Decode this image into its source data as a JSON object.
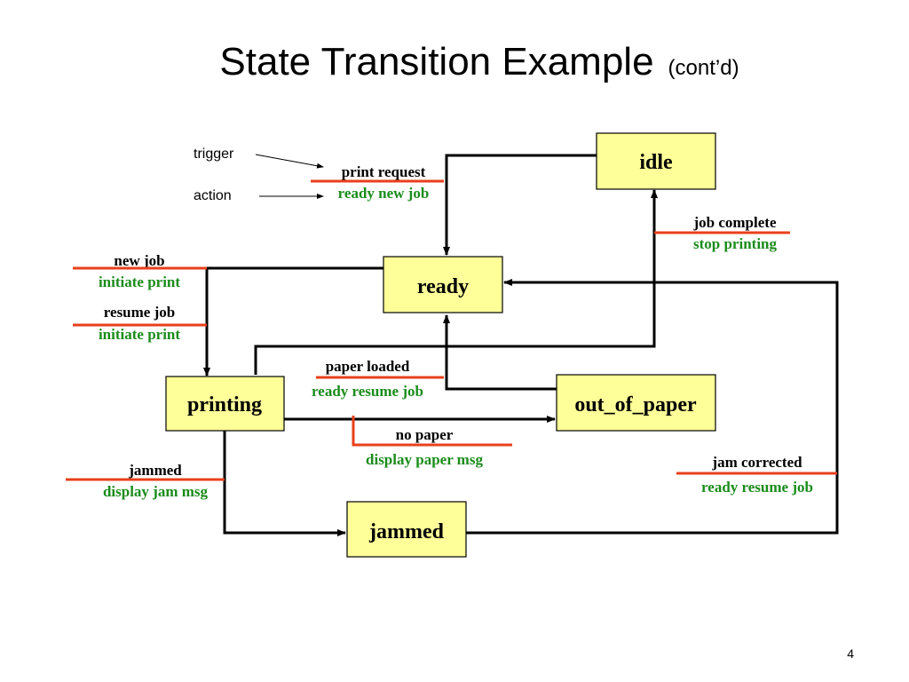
{
  "slide": {
    "title": "State Transition Example",
    "title_suffix": "(cont’d)",
    "page_number": "4"
  },
  "legend": {
    "trigger": "trigger",
    "action": "action"
  },
  "states": {
    "idle": "idle",
    "ready": "ready",
    "printing": "printing",
    "out_of_paper": "out_of_paper",
    "jammed": "jammed"
  },
  "transitions": {
    "print_request": {
      "trigger": "print request",
      "action": "ready new job"
    },
    "job_complete": {
      "trigger": "job complete",
      "action": "stop printing"
    },
    "new_job": {
      "trigger": "new job",
      "action": "initiate print"
    },
    "resume_job": {
      "trigger": "resume job",
      "action": "initiate print"
    },
    "paper_loaded": {
      "trigger": "paper loaded",
      "action": "ready resume job"
    },
    "no_paper": {
      "trigger": "no paper",
      "action": "display paper msg"
    },
    "jammed": {
      "trigger": "jammed",
      "action": "display jam msg"
    },
    "jam_corrected": {
      "trigger": "jam corrected",
      "action": "ready resume job"
    }
  },
  "colors": {
    "state_fill": "#ffff99",
    "action_text": "#1a8c1a",
    "label_rule": "#e8401c"
  }
}
